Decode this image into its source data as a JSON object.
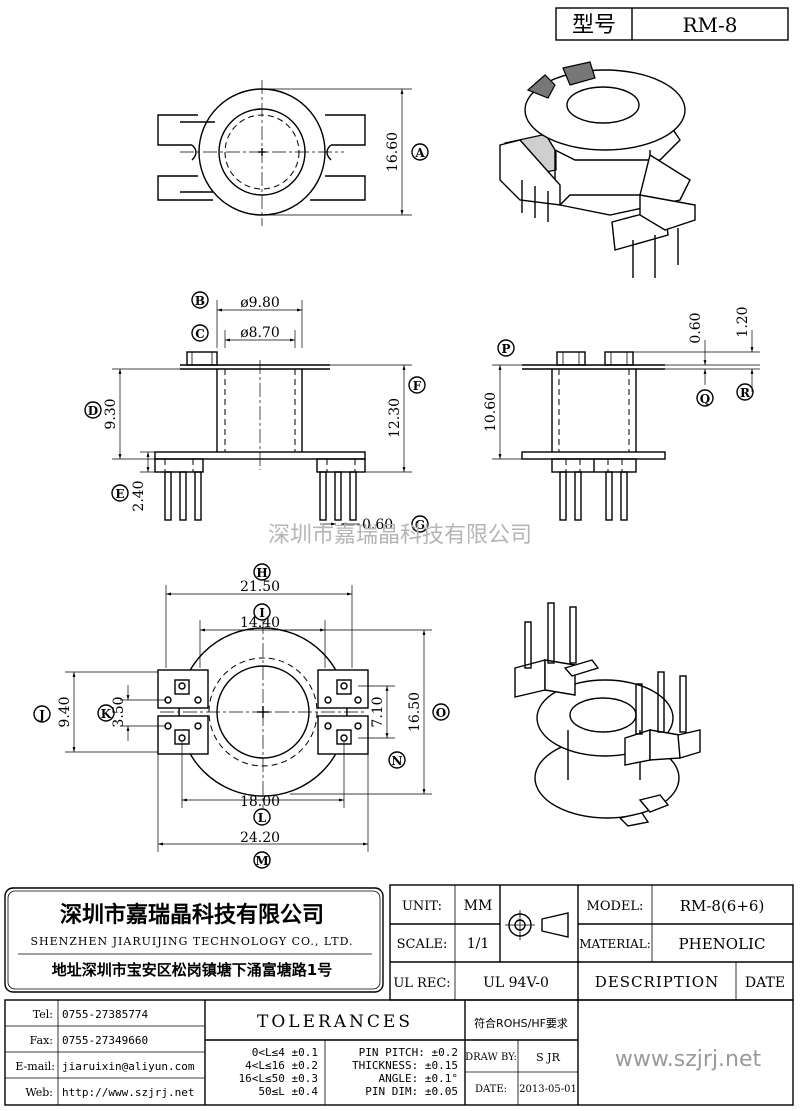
{
  "header": {
    "type_label": "型号",
    "model": "RM-8"
  },
  "watermark": "深圳市嘉瑞晶科技有限公司",
  "dimensions": {
    "top": {
      "d1660": "16.60",
      "A": "A"
    },
    "side": {
      "B": "B",
      "C": "C",
      "D": "D",
      "E": "E",
      "F": "F",
      "G": "G",
      "d980": "ø9.80",
      "d870": "ø8.70",
      "d930": "9.30",
      "d1230": "12.30",
      "d240": "2.40",
      "d060": "0.60"
    },
    "side2": {
      "P": "P",
      "Q": "Q",
      "R": "R",
      "d1060": "10.60",
      "d060": "0.60",
      "d120": "1.20"
    },
    "bottom": {
      "H": "H",
      "I": "I",
      "J": "J",
      "K": "K",
      "L": "L",
      "M": "M",
      "N": "N",
      "O": "O",
      "d2150": "21.50",
      "d1440": "14.40",
      "d940": "9.40",
      "d350": "3.50",
      "d710": "7.10",
      "d1650": "16.50",
      "d1800": "18.00",
      "d2420": "24.20"
    }
  },
  "company": {
    "name_cn": "深圳市嘉瑞晶科技有限公司",
    "name_en": "SHENZHEN JIARUIJING TECHNOLOGY CO., LTD.",
    "address": "地址深圳市宝安区松岗镇塘下涌富塘路1号",
    "tel_label": "Tel:",
    "tel": "0755-27385774",
    "fax_label": "Fax:",
    "fax": "0755-27349660",
    "email_label": "E-mail:",
    "email": "jiaruixin@aliyun.com",
    "web_label": "Web:",
    "web": "http://www.szjrj.net"
  },
  "titleblock": {
    "unit_label": "UNIT:",
    "unit": "MM",
    "scale_label": "SCALE:",
    "scale": "1/1",
    "ulrec_label": "UL REC:",
    "ulrec": "UL 94V-0",
    "model_label": "MODEL:",
    "model": "RM-8(6+6)",
    "material_label": "MATERIAL:",
    "material": "PHENOLIC",
    "description": "DESCRIPTION",
    "date_header": "DATE",
    "tolerances": "TOLERANCES",
    "rohs": "符合ROHS/HF要求",
    "tol1": "0<L≤4 ±0.1",
    "tol2": "4<L≤16 ±0.2",
    "tol3": "16<L≤50 ±0.3",
    "tol4": "50≤L ±0.4",
    "pin_pitch": "PIN PITCH: ±0.2",
    "thickness": "THICKNESS: ±0.15",
    "angle": "ANGLE: ±0.1°",
    "pin_dim": "PIN DIM: ±0.05",
    "drawby_label": "DRAW BY:",
    "drawby": "S JR",
    "date_label": "DATE:",
    "date": "2013-05-01",
    "website": "www.szjrj.net"
  }
}
